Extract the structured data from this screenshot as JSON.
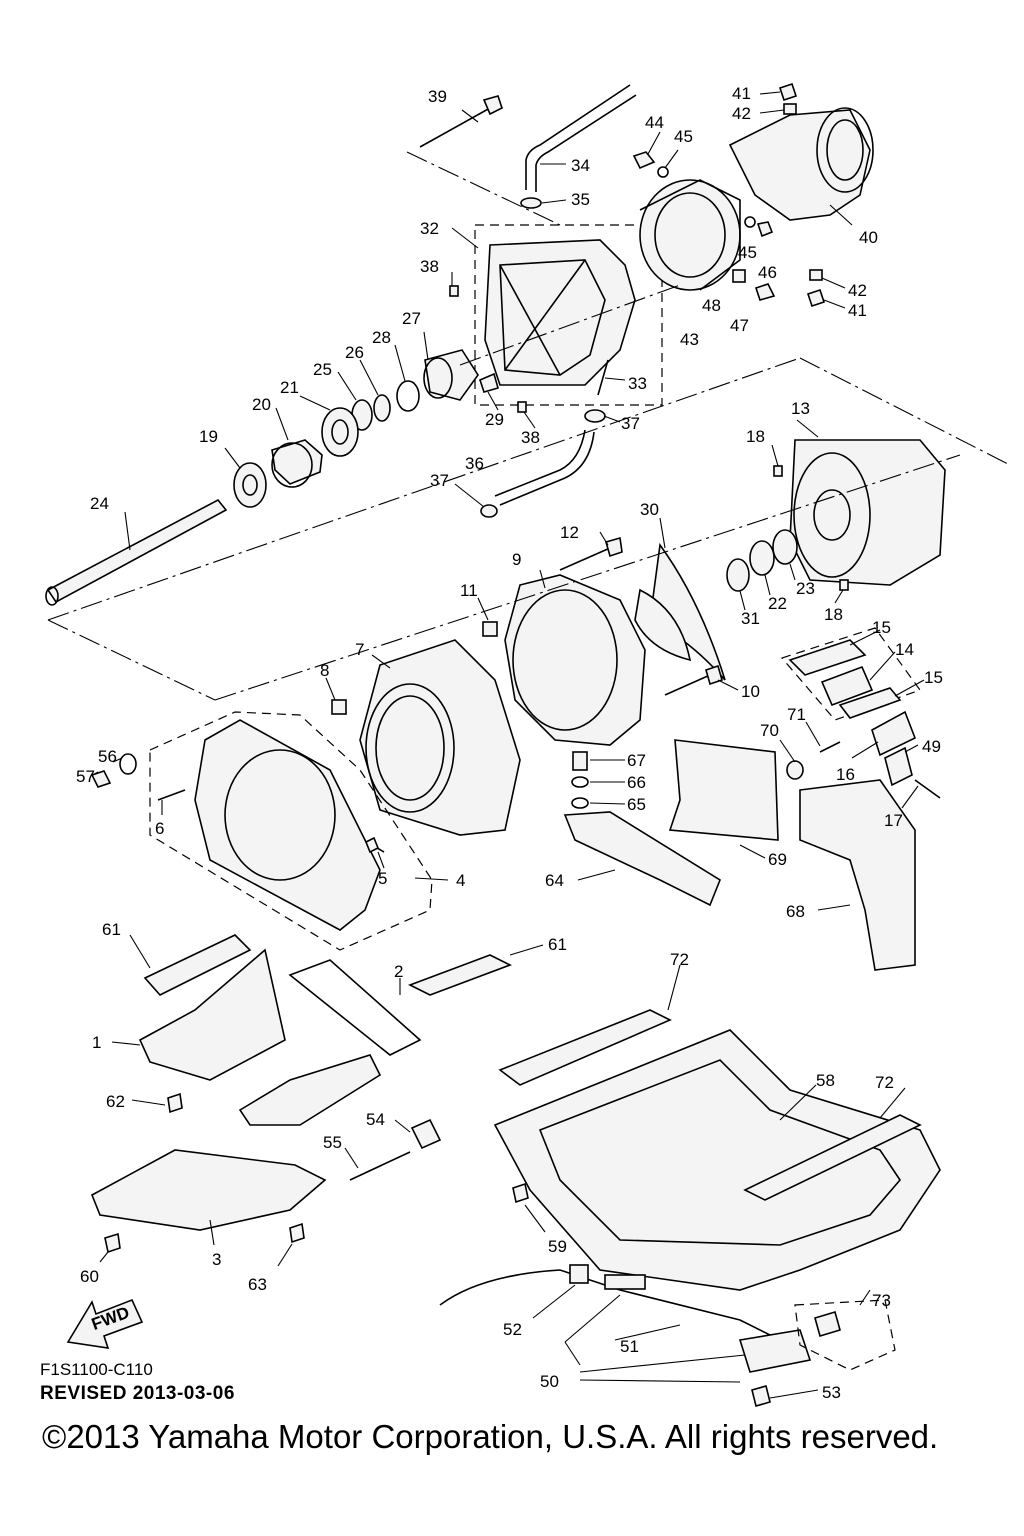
{
  "diagram": {
    "code": "F1S1100-C110",
    "revised": "REVISED 2013-03-06",
    "copyright": "©2013 Yamaha Motor Corporation, U.S.A. All rights reserved.",
    "fwd_label": "FWD"
  },
  "callouts": [
    "39",
    "41",
    "42",
    "44",
    "45",
    "34",
    "35",
    "40",
    "32",
    "45",
    "46",
    "38",
    "42",
    "48",
    "41",
    "47",
    "27",
    "28",
    "43",
    "26",
    "25",
    "33",
    "21",
    "29",
    "37",
    "20",
    "38",
    "19",
    "18",
    "13",
    "36",
    "37",
    "24",
    "30",
    "12",
    "9",
    "23",
    "22",
    "31",
    "18",
    "11",
    "15",
    "14",
    "15",
    "8",
    "7",
    "10",
    "71",
    "70",
    "49",
    "56",
    "67",
    "66",
    "57",
    "65",
    "16",
    "6",
    "17",
    "5",
    "4",
    "69",
    "64",
    "68",
    "61",
    "61",
    "2",
    "72",
    "1",
    "58",
    "72",
    "62",
    "54",
    "55",
    "3",
    "59",
    "60",
    "63",
    "73",
    "52",
    "51",
    "50",
    "53"
  ]
}
